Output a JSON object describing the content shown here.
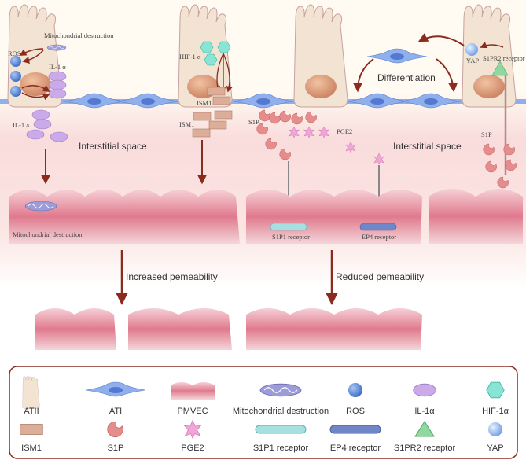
{
  "labels": {
    "mito_top": "Mitochondrial destruction",
    "ros": "ROS",
    "il1a_cell": "IL-1 α",
    "il1a_out": "IL-1 a",
    "hif": "HIF-1 α",
    "ism1_in": "ISM1",
    "ism1_out": "ISM1",
    "s1p_left": "S1P",
    "pge2": "PGE2",
    "yap": "YAP",
    "s1pr2": "S1PR2 receptor",
    "s1p_right": "S1P",
    "differentiation": "Differentiation",
    "interstitial_left": "Interstitial space",
    "interstitial_right": "Interstitial space",
    "mito_endo": "Mitochondrial destruction",
    "s1p1_receptor": "S1P1 receptor",
    "ep4_receptor": "EP4 receptor",
    "increased": "Increased pemeability",
    "reduced": "Reduced pemeability"
  },
  "legend": [
    {
      "label": "ATII",
      "icon": "atii-cell-icon"
    },
    {
      "label": "ATI",
      "icon": "ati-cell-icon"
    },
    {
      "label": "PMVEC",
      "icon": "pmvec-icon"
    },
    {
      "label": "Mitochondrial destruction",
      "icon": "mitochondria-icon"
    },
    {
      "label": "ROS",
      "icon": "ros-icon"
    },
    {
      "label": "IL-1α",
      "icon": "il1a-icon"
    },
    {
      "label": "HIF-1α",
      "icon": "hif-icon"
    },
    {
      "label": "ISM1",
      "icon": "ism1-icon"
    },
    {
      "label": "S1P",
      "icon": "s1p-icon"
    },
    {
      "label": "PGE2",
      "icon": "pge2-icon"
    },
    {
      "label": "S1P1 receptor",
      "icon": "s1p1-receptor-icon"
    },
    {
      "label": "EP4 receptor",
      "icon": "ep4-receptor-icon"
    },
    {
      "label": "S1PR2 receptor",
      "icon": "s1pr2-receptor-icon"
    },
    {
      "label": "YAP",
      "icon": "yap-icon"
    }
  ],
  "colors": {
    "arrow": "#8b2a1e",
    "ros": "#4a7fd0",
    "il1a": "#c6a6e6",
    "hif": "#7fe0d0",
    "ism1": "#d9a690",
    "s1p": "#e08a8a",
    "pge2": "#f0a8d8",
    "ati": "#7a9de0",
    "endo": "#d04c6a"
  }
}
